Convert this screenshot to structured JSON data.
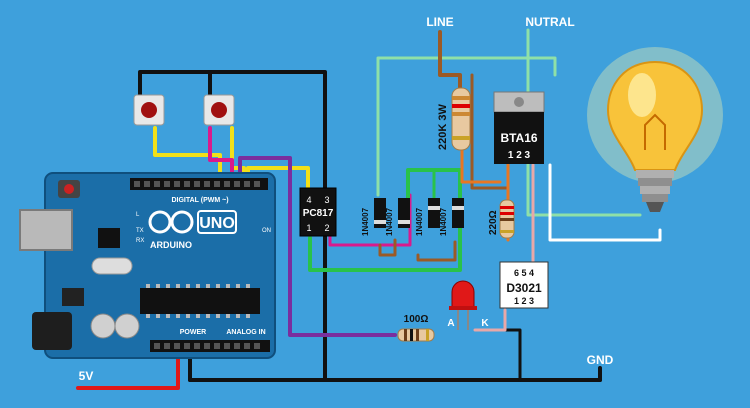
{
  "labels": {
    "line": "LINE",
    "neutral": "NUTRAL",
    "gnd": "GND",
    "five_v": "5V",
    "triac": "BTA16",
    "triac_pins": "1 2 3",
    "optocoupler": "PC817",
    "opto_pin3": "3",
    "opto_pin4": "4",
    "opto_pin1": "1",
    "opto_pin2": "2",
    "moc_chip": "D3021",
    "moc_pins_top": "6 5 4",
    "moc_pins_bottom": "1 2 3",
    "res_220k": "220K 3W",
    "res_220": "220Ω",
    "res_100": "100Ω",
    "diode": "1N4007",
    "led_anode": "A",
    "led_cathode": "K"
  },
  "arduino": {
    "brand": "ARDUINO",
    "model": "UNO",
    "digital_header": "DIGITAL (PWM ~)",
    "power_header": "POWER",
    "analog_header": "ANALOG IN",
    "on_led": "ON",
    "tx": "TX",
    "rx": "RX",
    "l": "L"
  },
  "colors": {
    "background": "#3ea0dc",
    "board": "#1b6ea8",
    "wire_black": "#111111",
    "wire_yellow": "#f2e019",
    "wire_green": "#29c24a",
    "wire_purple": "#7a2e9e",
    "wire_magenta": "#d91a8c",
    "wire_red": "#e01818",
    "wire_lightgreen": "#8fe0a8",
    "wire_brown": "#9b5a26",
    "wire_orange": "#e87722",
    "wire_pink": "#e8a8a8"
  }
}
